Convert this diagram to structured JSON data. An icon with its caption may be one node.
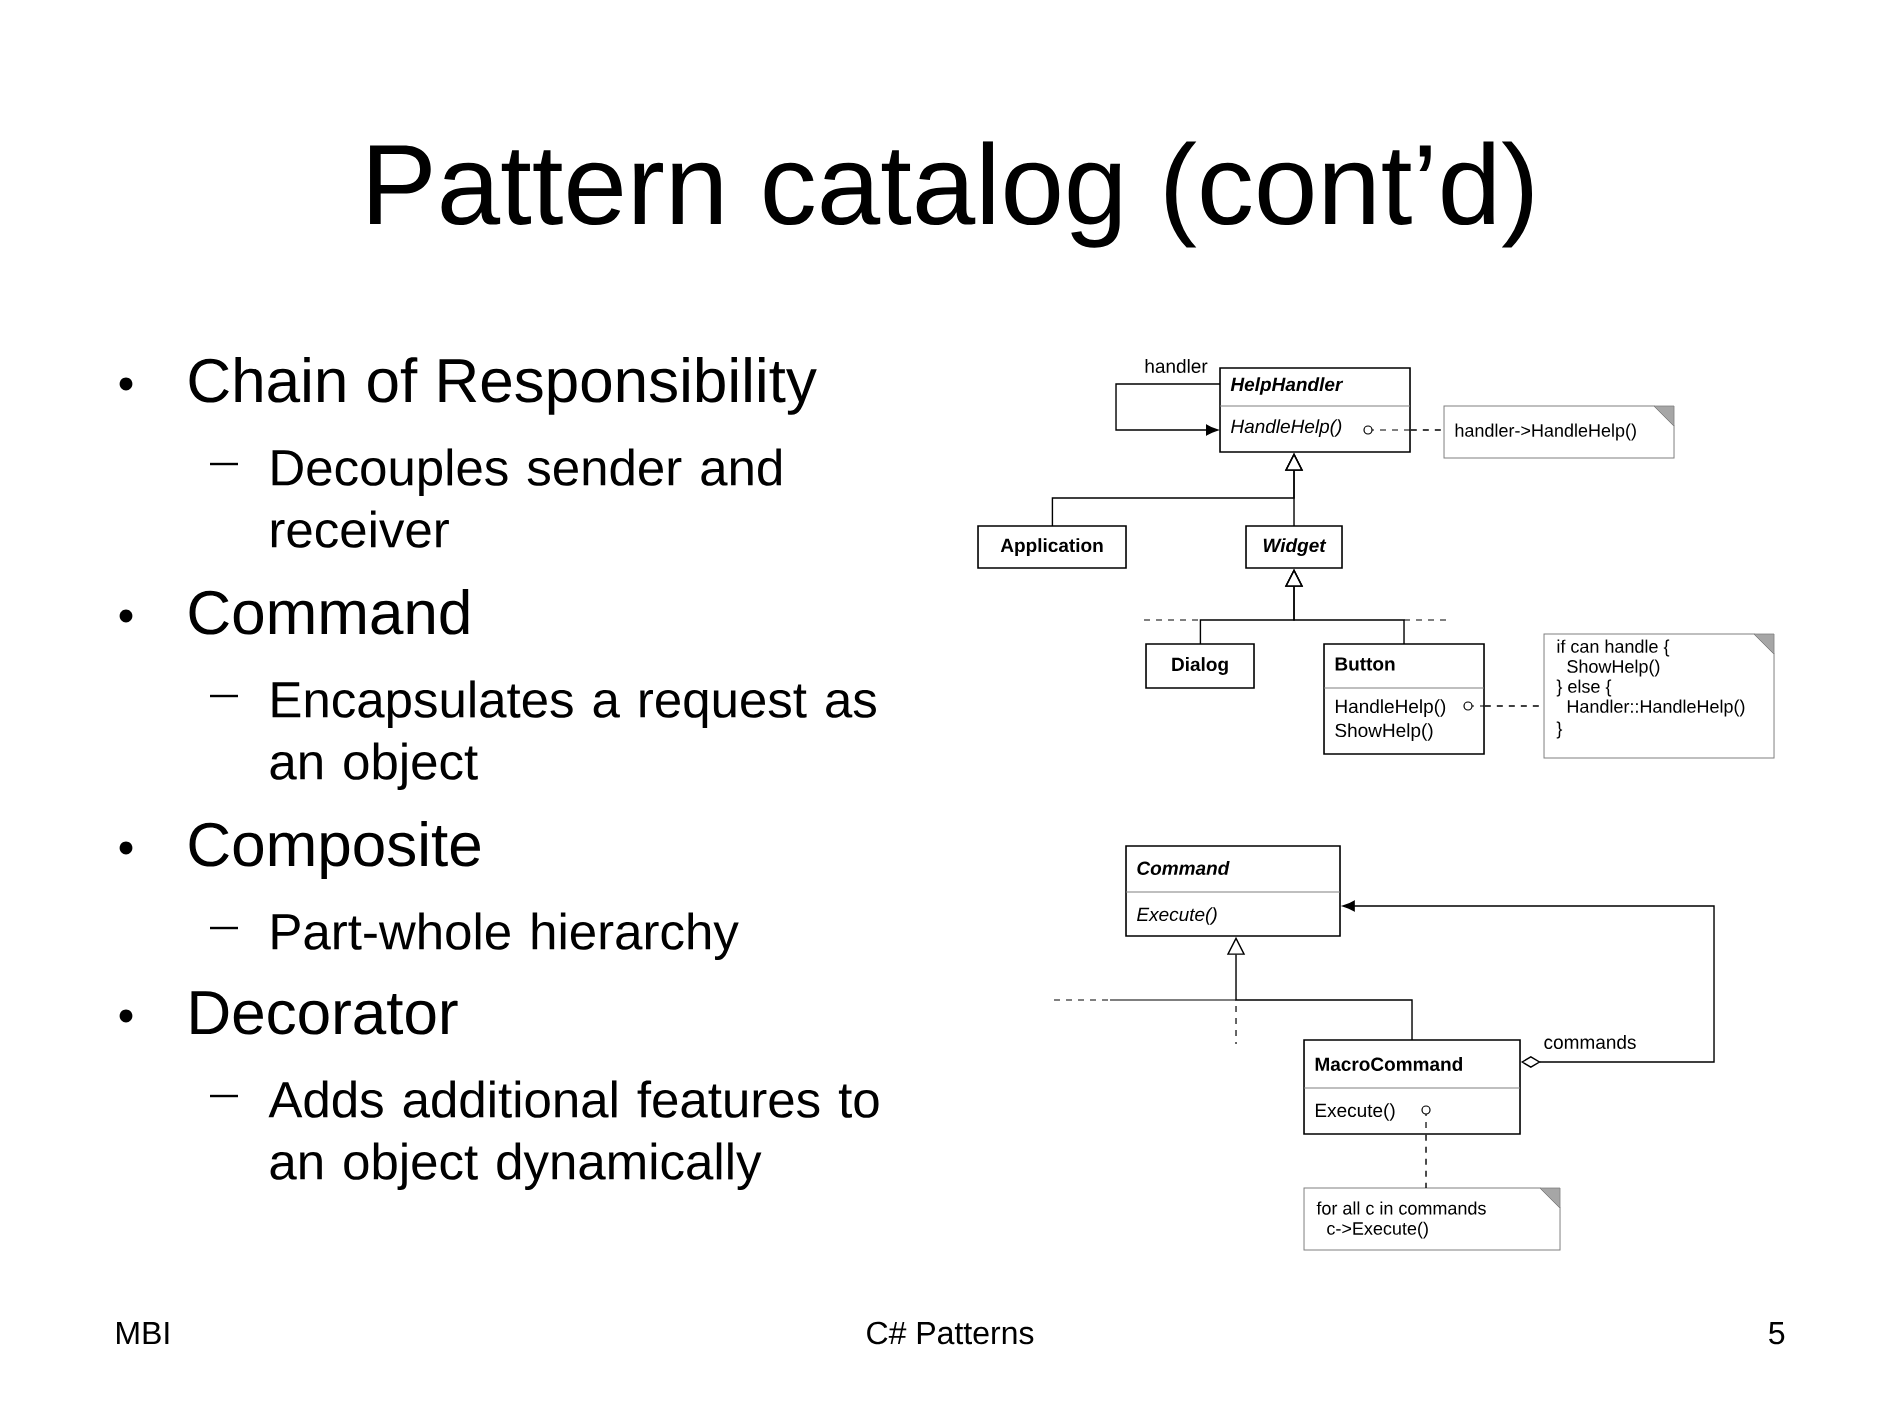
{
  "diagram": {
    "title": "Pattern catalog (cont’d)",
    "nodes": [
      {
        "text": [
          "HelpHandler",
          "HandleHelp()"
        ]
      },
      {
        "text": [
          "handler->HandleHelp()"
        ]
      },
      {
        "text": [
          "Application"
        ]
      },
      {
        "text": [
          "Widget"
        ]
      },
      {
        "text": [
          "Dialog"
        ]
      },
      {
        "text": [
          "Button",
          "HandleHelp()",
          "ShowHelp()"
        ]
      },
      {
        "text": [
          "if can handle {",
          "ShowHelp()",
          "} else {",
          "Handler::HandleHelp()",
          "}"
        ]
      },
      {
        "text": [
          "Command",
          "Execute()"
        ]
      },
      {
        "text": [
          "MacroCommand",
          "Execute()"
        ]
      },
      {
        "text": [
          "for all c in commands",
          "c->Execute()"
        ]
      }
    ],
    "edges": [
      {
        "from": 0,
        "to": 0,
        "arrow": "to",
        "label": "handler"
      },
      {
        "from": 0,
        "to": 1,
        "arrow": "none",
        "style": "dashed"
      },
      {
        "from": 2,
        "to": 0,
        "arrow": "to"
      },
      {
        "from": 3,
        "to": 0,
        "arrow": "to"
      },
      {
        "from": 4,
        "to": 3,
        "arrow": "to"
      },
      {
        "from": 5,
        "to": 3,
        "arrow": "to"
      },
      {
        "from": 5,
        "to": 6,
        "arrow": "none",
        "style": "dashed"
      },
      {
        "from": 8,
        "to": 7,
        "arrow": "to"
      },
      {
        "from": 8,
        "to": 7,
        "arrow": "to",
        "label": "commands"
      },
      {
        "from": 8,
        "to": 9,
        "arrow": "none",
        "style": "dashed"
      }
    ],
    "labels": [
      "Chain of Responsibility",
      "Decouples sender and receiver",
      "Command",
      "Encapsulates a request as an object",
      "Composite",
      "Part-whole hierarchy",
      "Decorator",
      "Adds additional features to an object dynamically",
      "MBI",
      "C# Patterns",
      "5"
    ]
  }
}
